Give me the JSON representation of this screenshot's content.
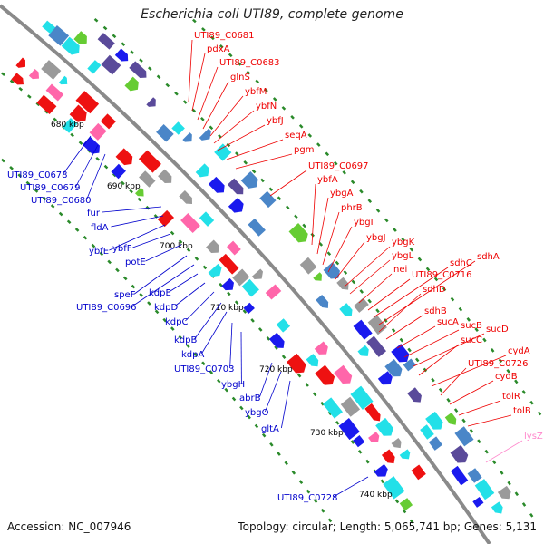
{
  "title": "Escherichia coli UTI89, complete genome",
  "footer": {
    "accession": "Accession: NC_007946",
    "topology": "Topology: circular; Length: 5,065,741 bp; Genes: 5,131"
  },
  "colors": {
    "backbone": "#8a8a8a",
    "tick": "#2a8a2a",
    "label_blue": "#0000cc",
    "label_red": "#ee0000",
    "label_pink": "#ff88cc",
    "feat_blue": "#1a1aee",
    "feat_red": "#ee1111",
    "feat_cyan": "#22e0e8",
    "feat_steel": "#4a86c8",
    "feat_purple": "#5a4a9a",
    "feat_green": "#66cc33",
    "feat_pink": "#ff66aa",
    "feat_gray": "#9a9a9a"
  },
  "kbp_labels": [
    "680 kbp",
    "690 kbp",
    "700 kbp",
    "710 kbp",
    "720 kbp",
    "730 kbp",
    "740 kbp"
  ],
  "genes_left": [
    "UTI89_C0678",
    "UTI89_C0679",
    "UTI89_C0680",
    "fur",
    "fldA",
    "ybfE",
    "ybfF",
    "potE",
    "speF",
    "UTI89_C0696",
    "kdpE",
    "kdpD",
    "kdpC",
    "kdpB",
    "kdpA",
    "UTI89_C0703",
    "ybgH",
    "abrB",
    "ybgO",
    "gltA",
    "UTI89_C0728"
  ],
  "genes_right": [
    "UTI89_C0681",
    "pdxA",
    "UTI89_C0683",
    "glnS",
    "ybfM",
    "ybfN",
    "ybfJ",
    "seqA",
    "pgm",
    "UTI89_C0697",
    "ybfA",
    "ybgA",
    "phrB",
    "ybgI",
    "ybgJ",
    "ybgK",
    "ybgL",
    "nei",
    "UTI89_C0716",
    "sdhC",
    "sdhA",
    "sdhD",
    "sdhB",
    "sucA",
    "sucB",
    "sucD",
    "sucC",
    "cydA",
    "UTI89_C0726",
    "cydB",
    "tolR",
    "tolB",
    "lysZ"
  ]
}
